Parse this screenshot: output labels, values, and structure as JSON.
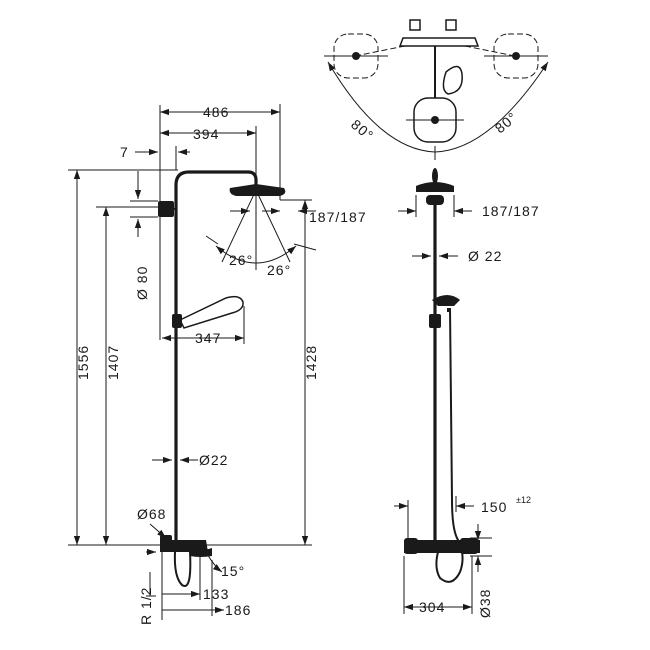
{
  "dimensions": {
    "d486": "486",
    "d394": "394",
    "d7": "7",
    "d80": "Ø 80",
    "d187_left": "187/187",
    "d187_right": "187/187",
    "d26a": "26°",
    "d26b": "26°",
    "d347": "347",
    "d1556": "1556",
    "d1407": "1407",
    "d1428": "1428",
    "d22_left": "Ø22",
    "d22_right": "Ø 22",
    "d68": "Ø68",
    "d15": "15°",
    "d133": "133",
    "d186": "186",
    "r12": "R 1/2",
    "d150": "150",
    "d150_tol": "±12",
    "d38": "Ø38",
    "d304": "304",
    "d80a": "80°",
    "d80b": "80°"
  }
}
